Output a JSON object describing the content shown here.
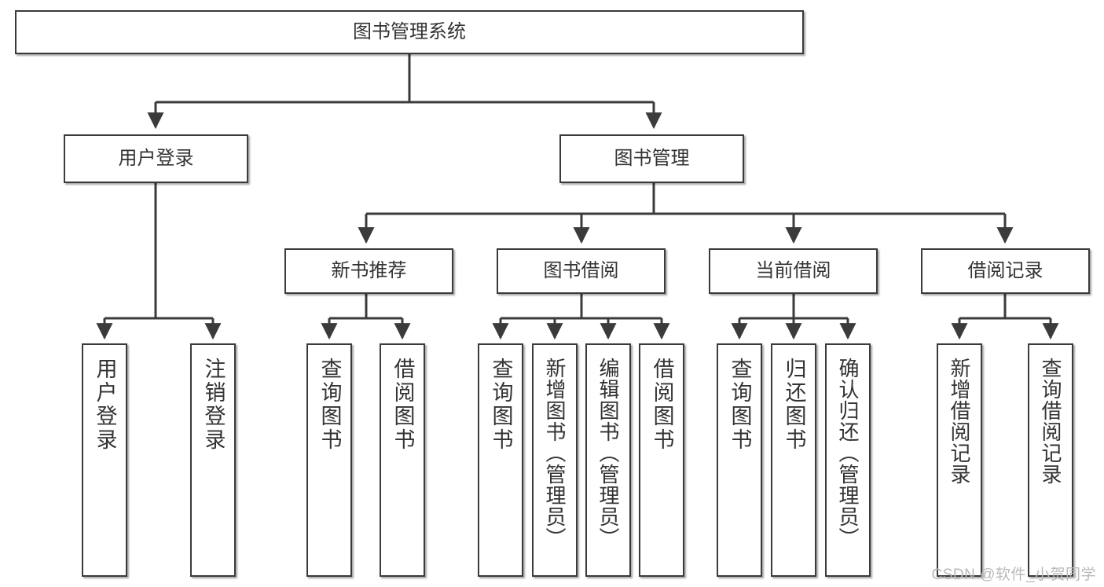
{
  "diagram": {
    "type": "tree-hierarchy",
    "title": "图书管理系统",
    "watermark": "CSDN @软件_小贺同学",
    "colors": {
      "node_border": "#3b3b3b",
      "node_fill": "#ffffff",
      "edge": "#3b3b3b",
      "text": "#333333",
      "watermark": "#b9b9b9",
      "background": "#ffffff"
    },
    "nodes": {
      "root": {
        "label": "图书管理系统"
      },
      "level2": [
        {
          "id": "user-login",
          "label": "用户登录"
        },
        {
          "id": "book-manage",
          "label": "图书管理"
        }
      ],
      "level3": [
        {
          "id": "new-book-recommend",
          "label": "新书推荐"
        },
        {
          "id": "book-borrow",
          "label": "图书借阅"
        },
        {
          "id": "current-borrow",
          "label": "当前借阅"
        },
        {
          "id": "borrow-record",
          "label": "借阅记录"
        }
      ],
      "leaves": {
        "user-login": [
          {
            "id": "leaf-user-login",
            "label": "用户登录"
          },
          {
            "id": "leaf-logout-login",
            "label": "注销登录"
          }
        ],
        "new-book-recommend": [
          {
            "id": "leaf-query-book-1",
            "label": "查询图书"
          },
          {
            "id": "leaf-borrow-book-1",
            "label": "借阅图书"
          }
        ],
        "book-borrow": [
          {
            "id": "leaf-query-book-2",
            "label": "查询图书"
          },
          {
            "id": "leaf-add-book",
            "label": "新增图书（管理员）"
          },
          {
            "id": "leaf-edit-book",
            "label": "编辑图书（管理员）"
          },
          {
            "id": "leaf-borrow-book-2",
            "label": "借阅图书"
          }
        ],
        "current-borrow": [
          {
            "id": "leaf-query-book-3",
            "label": "查询图书"
          },
          {
            "id": "leaf-return-book",
            "label": "归还图书"
          },
          {
            "id": "leaf-confirm-return",
            "label": "确认归还（管理员）"
          }
        ],
        "borrow-record": [
          {
            "id": "leaf-add-record",
            "label": "新增借阅记录"
          },
          {
            "id": "leaf-query-record",
            "label": "查询借阅记录"
          }
        ]
      }
    }
  }
}
